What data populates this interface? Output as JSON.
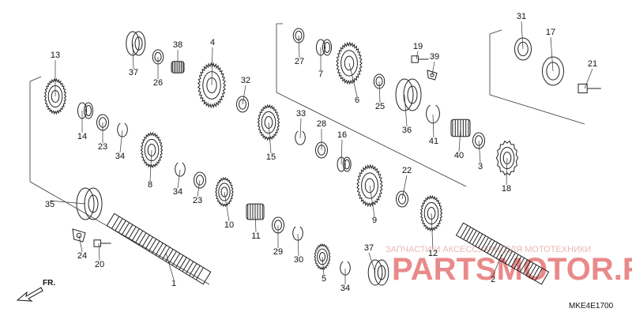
{
  "diagram": {
    "code": "MKE4E1700",
    "front_label": "FR.",
    "watermark_text": "ЗАПЧАСТИ И АКСЕССУАРЫ ДЛЯ МОТОТЕХНИКИ",
    "watermark_logo": "PARTSMOTOR.RU",
    "accent_color": "#e26464",
    "parts": [
      {
        "id": "13",
        "num": "13",
        "shape": "gear"
      },
      {
        "id": "14",
        "num": "14",
        "shape": "collar"
      },
      {
        "id": "23a",
        "num": "23",
        "shape": "washer"
      },
      {
        "id": "34a",
        "num": "34",
        "shape": "clip"
      },
      {
        "id": "8",
        "num": "8",
        "shape": "gear"
      },
      {
        "id": "34b",
        "num": "34",
        "shape": "clip"
      },
      {
        "id": "23b",
        "num": "23",
        "shape": "washer"
      },
      {
        "id": "10",
        "num": "10",
        "shape": "gear"
      },
      {
        "id": "35",
        "num": "35",
        "shape": "bearing"
      },
      {
        "id": "1",
        "num": "1",
        "shape": "shaft"
      },
      {
        "id": "24",
        "num": "24",
        "shape": "plate"
      },
      {
        "id": "20",
        "num": "20",
        "shape": "bolt"
      },
      {
        "id": "37a",
        "num": "37",
        "shape": "bearing"
      },
      {
        "id": "26",
        "num": "26",
        "shape": "washer"
      },
      {
        "id": "38",
        "num": "38",
        "shape": "needle"
      },
      {
        "id": "4",
        "num": "4",
        "shape": "gear"
      },
      {
        "id": "32",
        "num": "32",
        "shape": "washer"
      },
      {
        "id": "15",
        "num": "15",
        "shape": "gear"
      },
      {
        "id": "33",
        "num": "33",
        "shape": "clip"
      },
      {
        "id": "28",
        "num": "28",
        "shape": "washer"
      },
      {
        "id": "16",
        "num": "16",
        "shape": "collar"
      },
      {
        "id": "11",
        "num": "11",
        "shape": "needle"
      },
      {
        "id": "29",
        "num": "29",
        "shape": "washer"
      },
      {
        "id": "30",
        "num": "30",
        "shape": "clip"
      },
      {
        "id": "5",
        "num": "5",
        "shape": "gear"
      },
      {
        "id": "34c",
        "num": "34",
        "shape": "clip"
      },
      {
        "id": "27",
        "num": "27",
        "shape": "washer"
      },
      {
        "id": "7",
        "num": "7",
        "shape": "collar"
      },
      {
        "id": "6",
        "num": "6",
        "shape": "gear"
      },
      {
        "id": "25",
        "num": "25",
        "shape": "washer"
      },
      {
        "id": "19",
        "num": "19",
        "shape": "bolt"
      },
      {
        "id": "39",
        "num": "39",
        "shape": "plate"
      },
      {
        "id": "36",
        "num": "36",
        "shape": "bearing"
      },
      {
        "id": "41",
        "num": "41",
        "shape": "clip"
      },
      {
        "id": "40",
        "num": "40",
        "shape": "needle"
      },
      {
        "id": "3",
        "num": "3",
        "shape": "washer"
      },
      {
        "id": "22",
        "num": "22",
        "shape": "washer"
      },
      {
        "id": "9",
        "num": "9",
        "shape": "gear"
      },
      {
        "id": "12",
        "num": "12",
        "shape": "gear"
      },
      {
        "id": "2",
        "num": "2",
        "shape": "shaft"
      },
      {
        "id": "37b",
        "num": "37",
        "shape": "bearing"
      },
      {
        "id": "31",
        "num": "31",
        "shape": "washer"
      },
      {
        "id": "17",
        "num": "17",
        "shape": "washer"
      },
      {
        "id": "21",
        "num": "21",
        "shape": "bolt"
      },
      {
        "id": "18",
        "num": "18",
        "shape": "sprocket"
      }
    ]
  }
}
